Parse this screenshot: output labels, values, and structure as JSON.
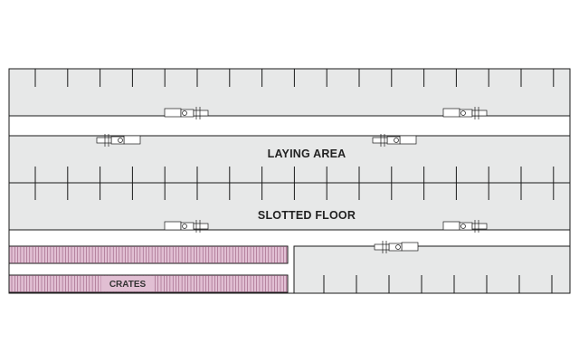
{
  "labels": {
    "laying_area": "LAYING AREA",
    "slotted_floor": "SLOTTED FLOOR",
    "crates": "CRATES"
  },
  "colors": {
    "floor": "#e7e8e8",
    "outline": "#1a1a1a",
    "crate_fill": "#e1bfd3",
    "crate_stripe": "#8a4a6e",
    "background": "#ffffff"
  },
  "icons": {
    "feeder": "feeder-line-icon"
  }
}
